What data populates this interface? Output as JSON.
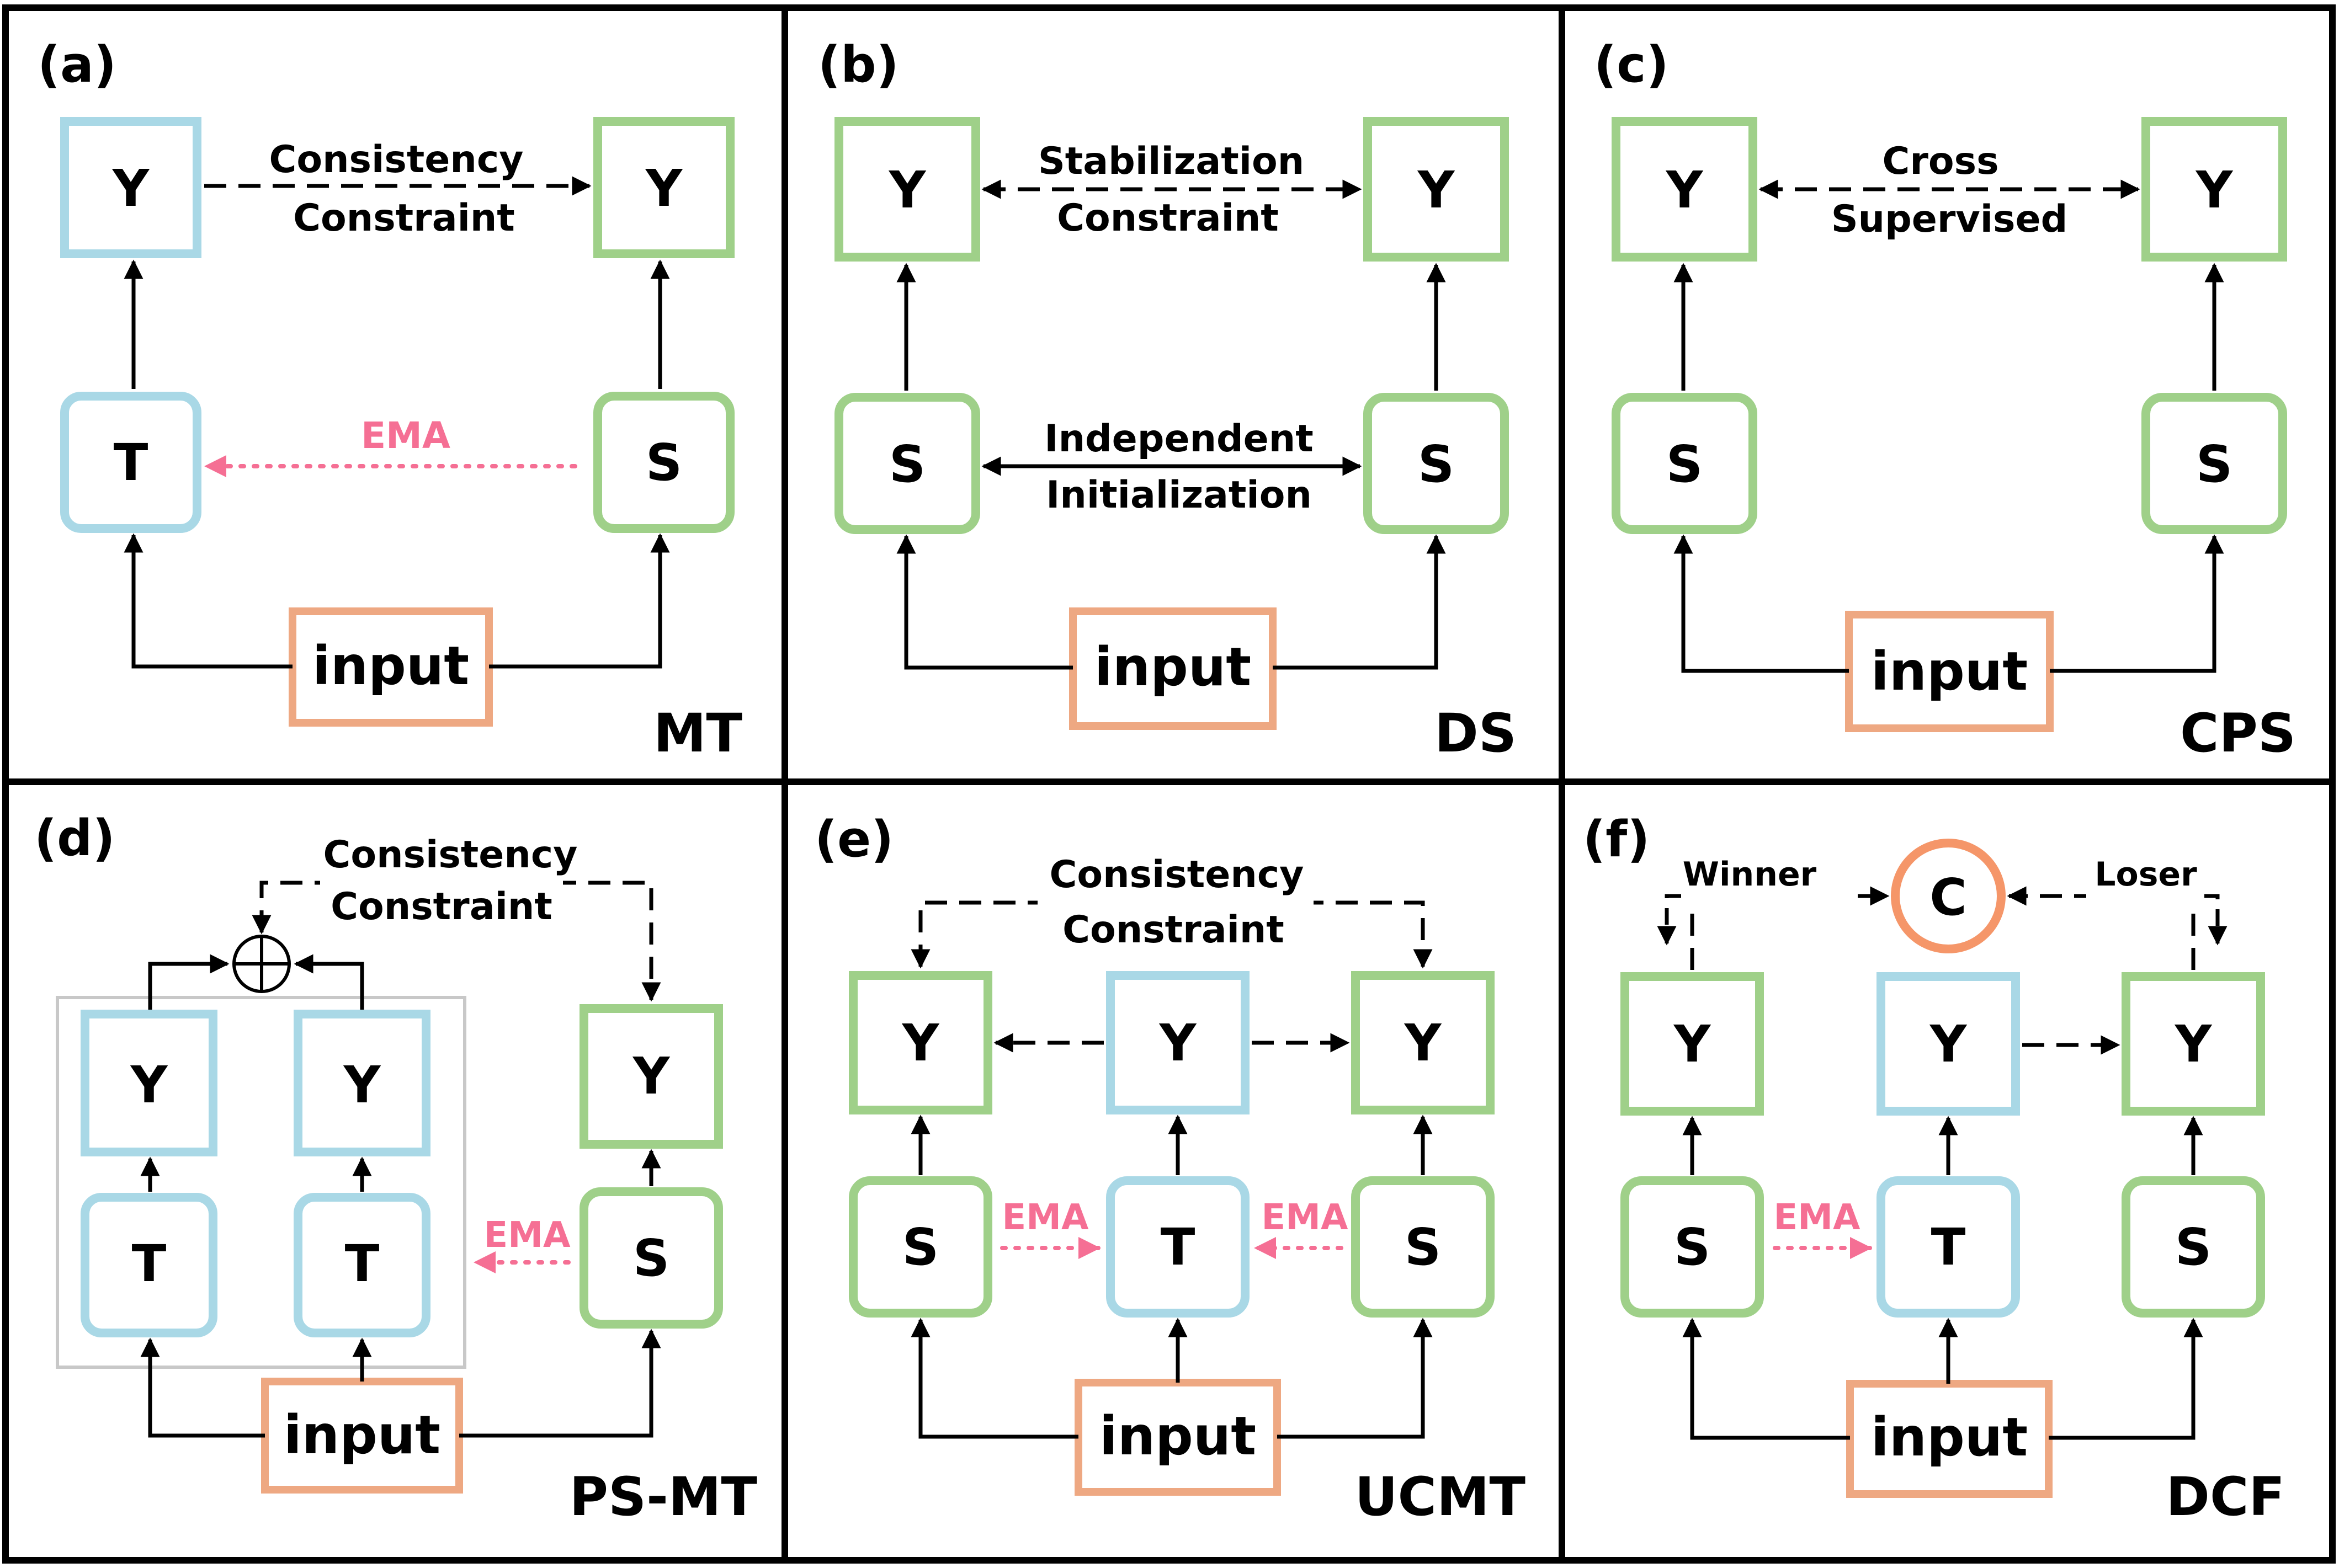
{
  "colors": {
    "teacher": "#a9d8e6",
    "student": "#9fd089",
    "input": "#eea882",
    "critic": "#f59669",
    "ema": "#f56f94",
    "frame": "#000000",
    "group": "#c8c8c8"
  },
  "panels": {
    "a": {
      "letter": "(a)",
      "method": "MT",
      "arrow_label_line1": "Consistency",
      "arrow_label_line2": "Constraint",
      "ema": "EMA",
      "box_y_teacher": "Y",
      "box_y_student": "Y",
      "box_t": "T",
      "box_s": "S",
      "box_input": "input"
    },
    "b": {
      "letter": "(b)",
      "method": "DS",
      "top_label_line1": "Stabilization",
      "top_label_line2": "Constraint",
      "mid_label_line1": "Independent",
      "mid_label_line2": "Initialization",
      "box_y_left": "Y",
      "box_y_right": "Y",
      "box_s_left": "S",
      "box_s_right": "S",
      "box_input": "input"
    },
    "c": {
      "letter": "(c)",
      "method": "CPS",
      "top_label_line1": "Cross",
      "top_label_line2": "Supervised",
      "box_y_left": "Y",
      "box_y_right": "Y",
      "box_s_left": "S",
      "box_s_right": "S",
      "box_input": "input"
    },
    "d": {
      "letter": "(d)",
      "method": "PS-MT",
      "top_label_line1": "Consistency",
      "top_label_line2": "Constraint",
      "ema": "EMA",
      "box_y1": "Y",
      "box_y2": "Y",
      "box_y3": "Y",
      "box_t1": "T",
      "box_t2": "T",
      "box_s": "S",
      "box_input": "input"
    },
    "e": {
      "letter": "(e)",
      "method": "UCMT",
      "top_label_line1": "Consistency",
      "top_label_line2": "Constraint",
      "ema_left": "EMA",
      "ema_right": "EMA",
      "box_y1": "Y",
      "box_y2": "Y",
      "box_y3": "Y",
      "box_s1": "S",
      "box_t": "T",
      "box_s2": "S",
      "box_input": "input"
    },
    "f": {
      "letter": "(f)",
      "method": "DCF",
      "winner": "Winner",
      "loser": "Loser",
      "critic": "C",
      "ema": "EMA",
      "box_y1": "Y",
      "box_y2": "Y",
      "box_y3": "Y",
      "box_s1": "S",
      "box_t": "T",
      "box_s2": "S",
      "box_input": "input"
    }
  }
}
